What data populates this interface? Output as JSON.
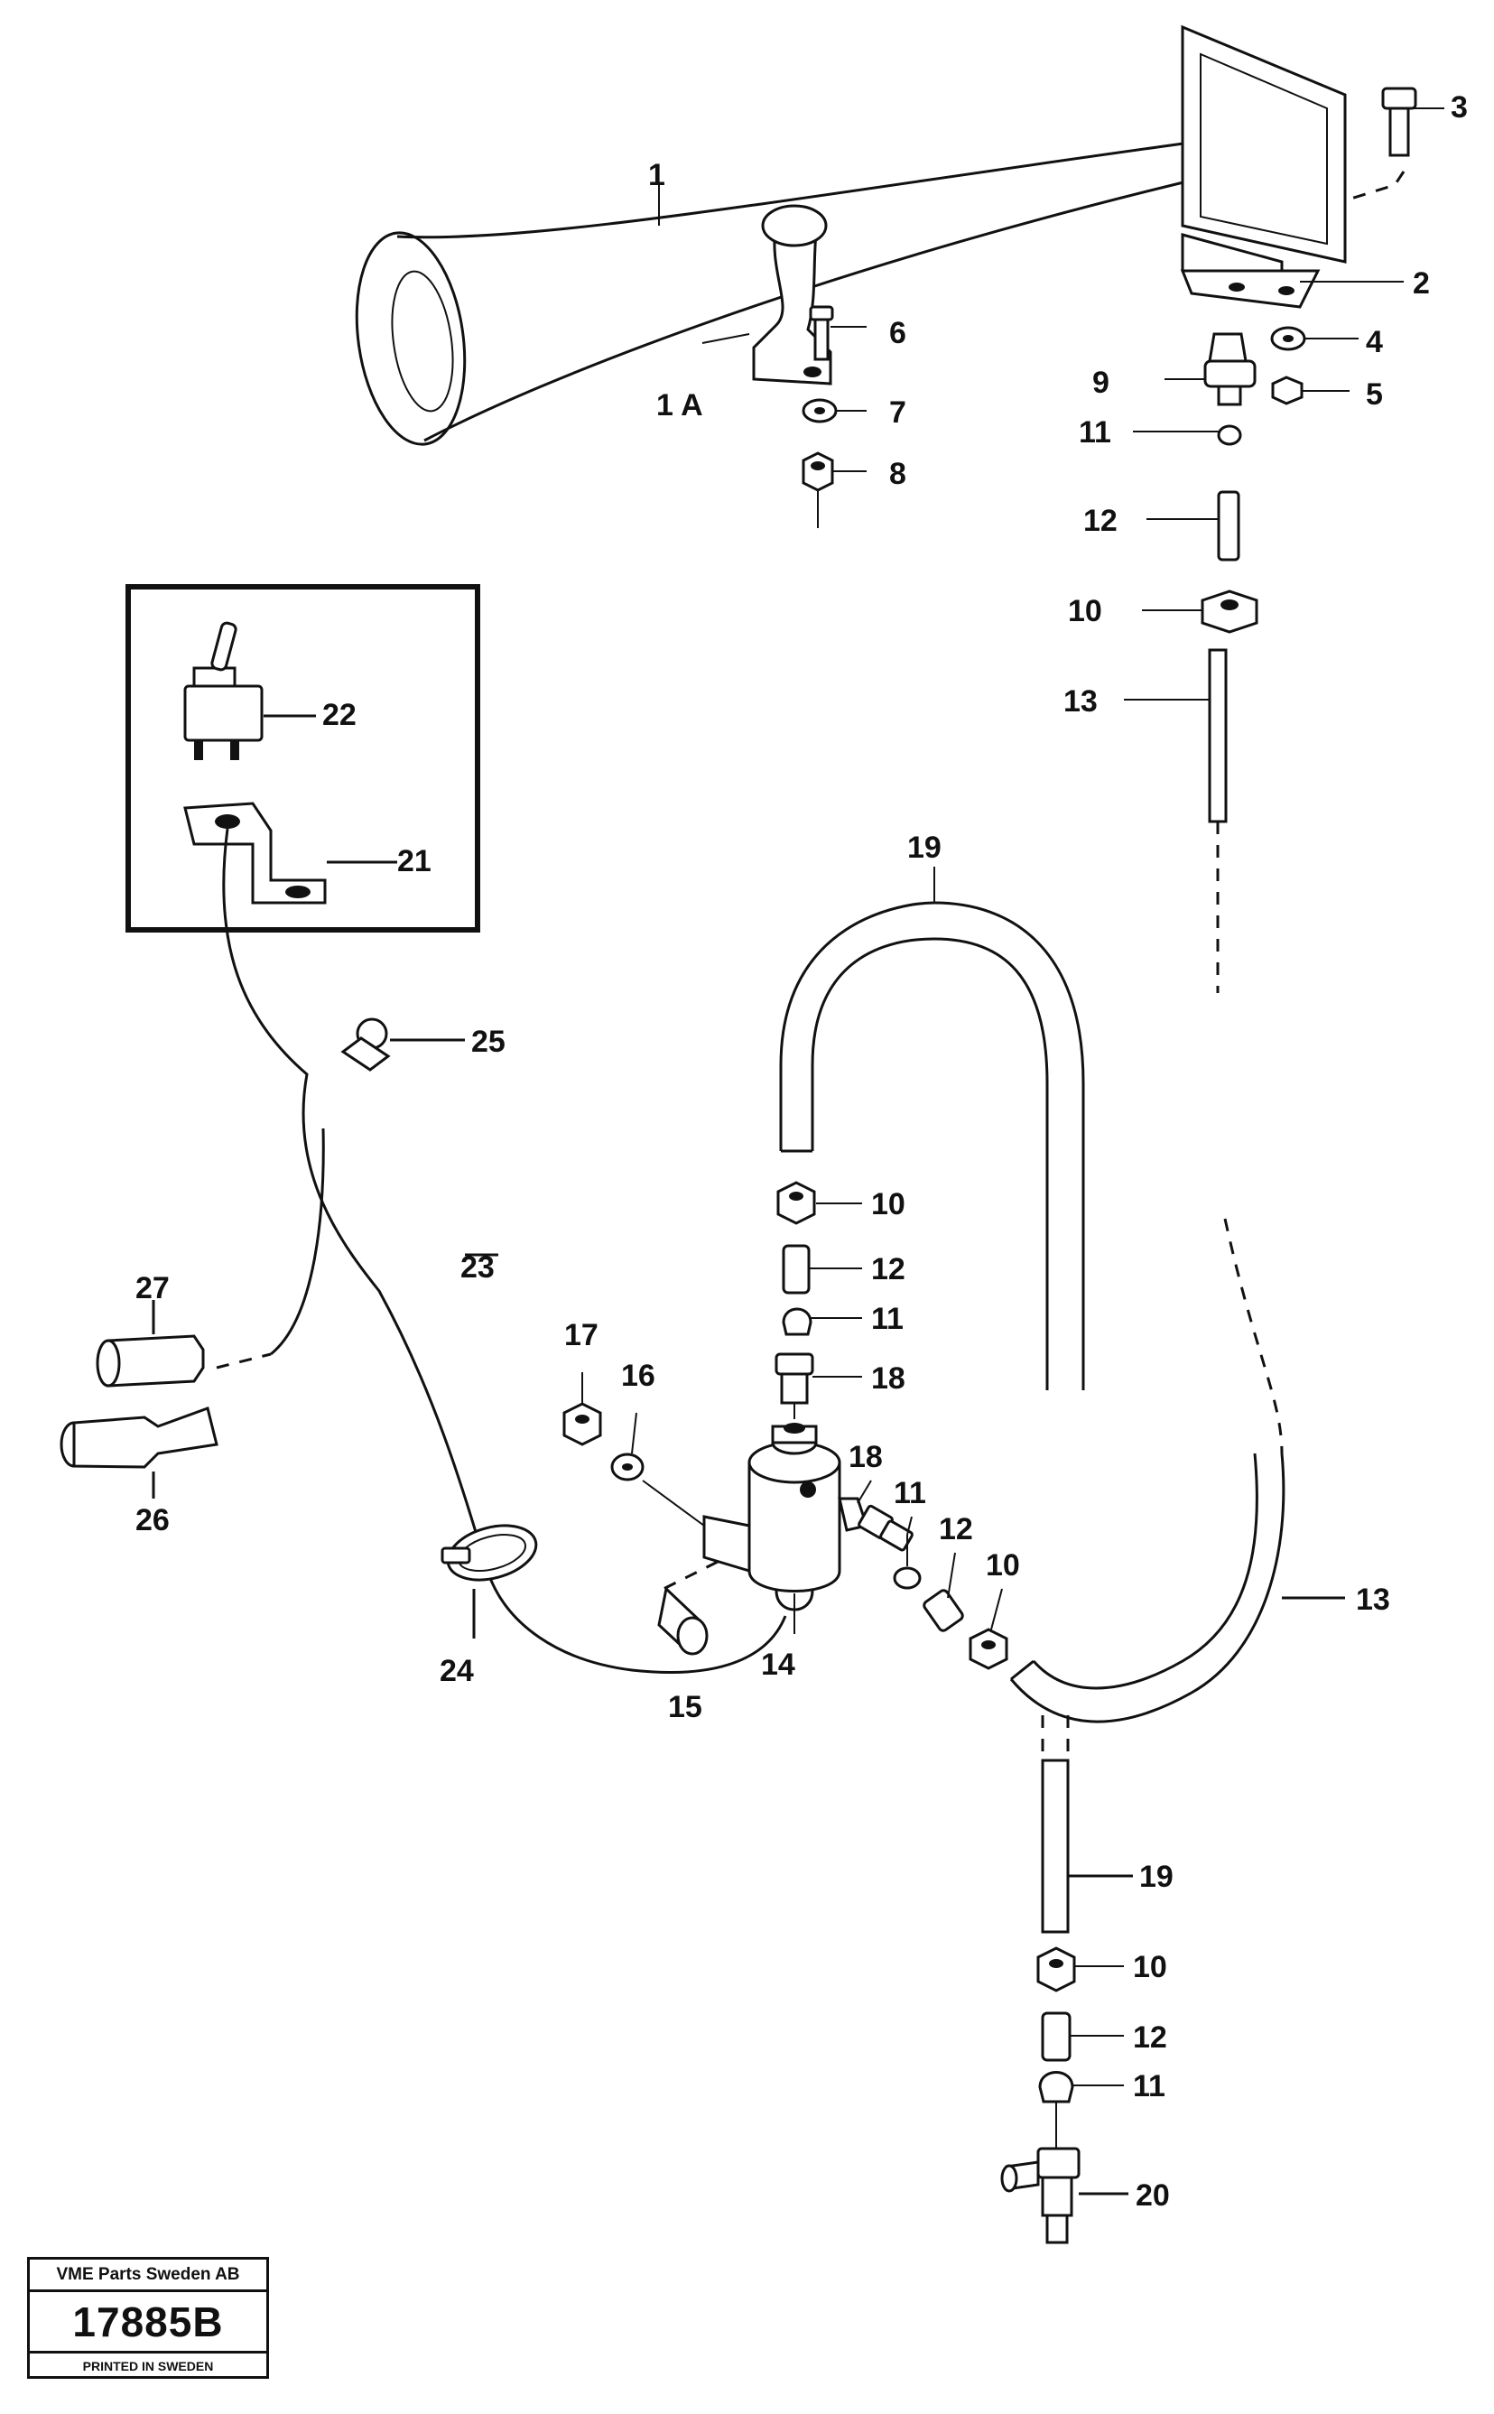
{
  "labels": {
    "l1": "1",
    "l1a": "1 A",
    "l2": "2",
    "l3": "3",
    "l4": "4",
    "l5": "5",
    "l6": "6",
    "l7": "7",
    "l8": "8",
    "l9": "9",
    "l10a": "10",
    "l10b": "10",
    "l10c": "10",
    "l10d": "10",
    "l11a": "11",
    "l11b": "11",
    "l11c": "11",
    "l11d": "11",
    "l12a": "12",
    "l12b": "12",
    "l12c": "12",
    "l12d": "12",
    "l13a": "13",
    "l13b": "13",
    "l14": "14",
    "l15": "15",
    "l16": "16",
    "l17": "17",
    "l18a": "18",
    "l18b": "18",
    "l19a": "19",
    "l19b": "19",
    "l20": "20",
    "l21": "21",
    "l22": "22",
    "l23": "23",
    "l24": "24",
    "l25": "25",
    "l26": "26",
    "l27": "27"
  },
  "stamp": {
    "company": "VME Parts Sweden AB",
    "number": "17885B",
    "printed": "PRINTED IN SWEDEN"
  }
}
